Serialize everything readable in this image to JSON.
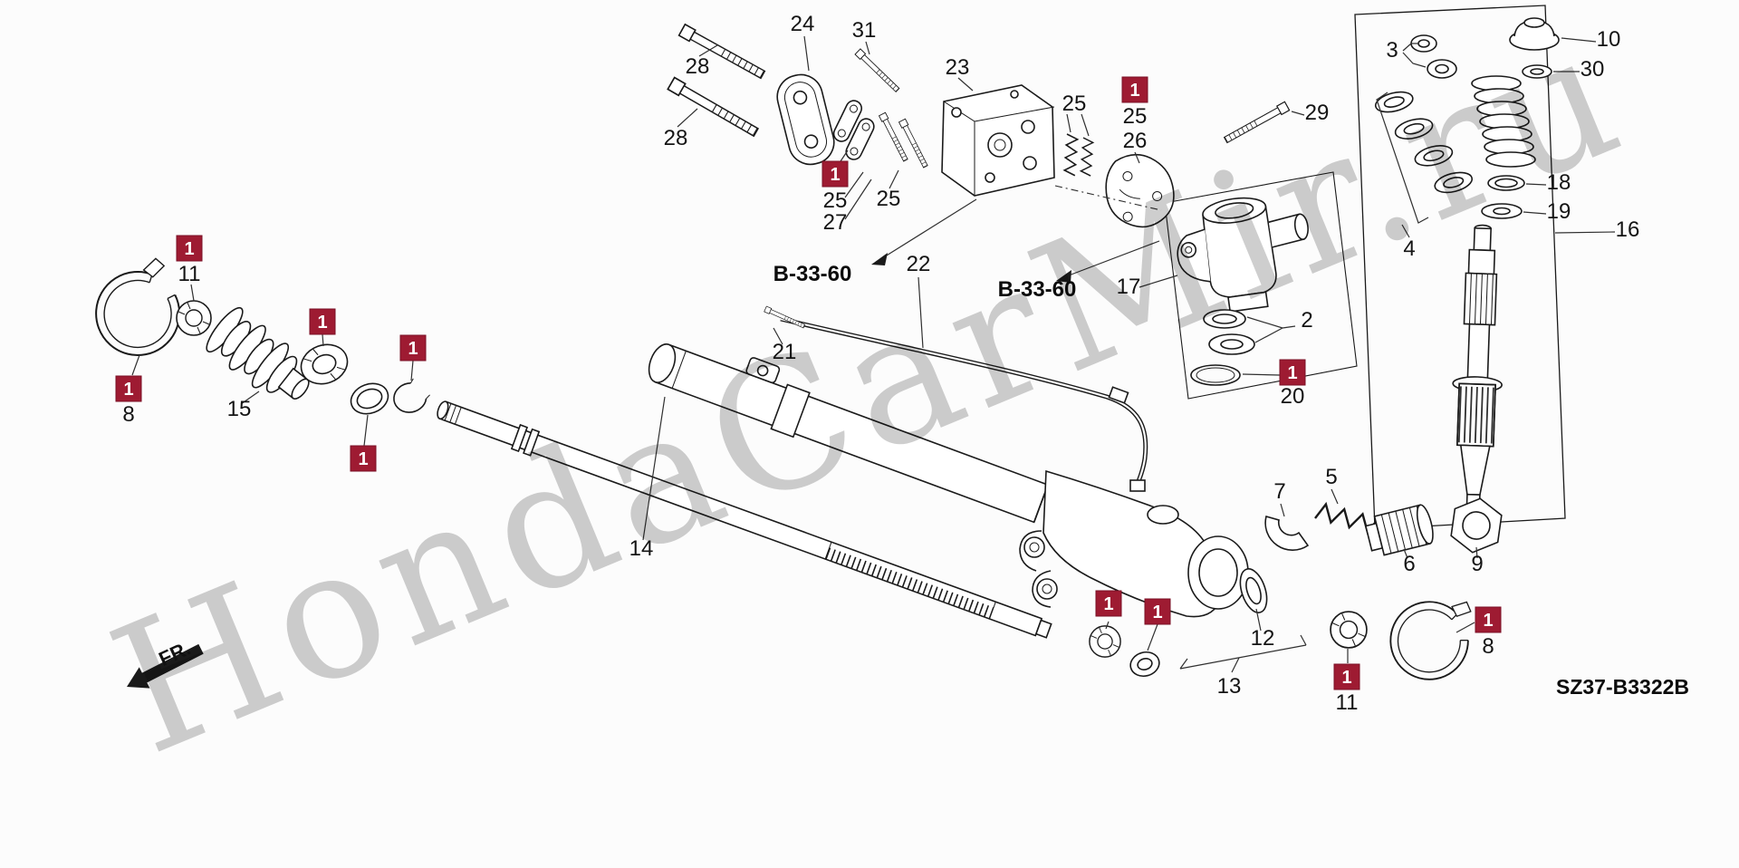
{
  "watermark": "HondaCarMir.ru",
  "diagram_code": "SZ37-B3322B",
  "fr_label": "FR.",
  "ref_label": "B-33-60",
  "kit_callout": "1",
  "part_labels": {
    "2": "2",
    "3": "3",
    "4": "4",
    "5": "5",
    "6": "6",
    "7": "7",
    "8": "8",
    "9": "9",
    "10": "10",
    "11": "11",
    "12": "12",
    "13": "13",
    "14": "14",
    "15": "15",
    "16": "16",
    "17": "17",
    "18": "18",
    "19": "19",
    "20": "20",
    "21": "21",
    "22": "22",
    "23": "23",
    "24": "24",
    "25": "25",
    "26": "26",
    "27": "27",
    "28": "28",
    "29": "29",
    "30": "30",
    "31": "31"
  },
  "colors": {
    "kit_box": "#9e1b32",
    "line": "#1a1a1a",
    "watermark": "#c6c6c6",
    "background": "#fcfcfc"
  }
}
